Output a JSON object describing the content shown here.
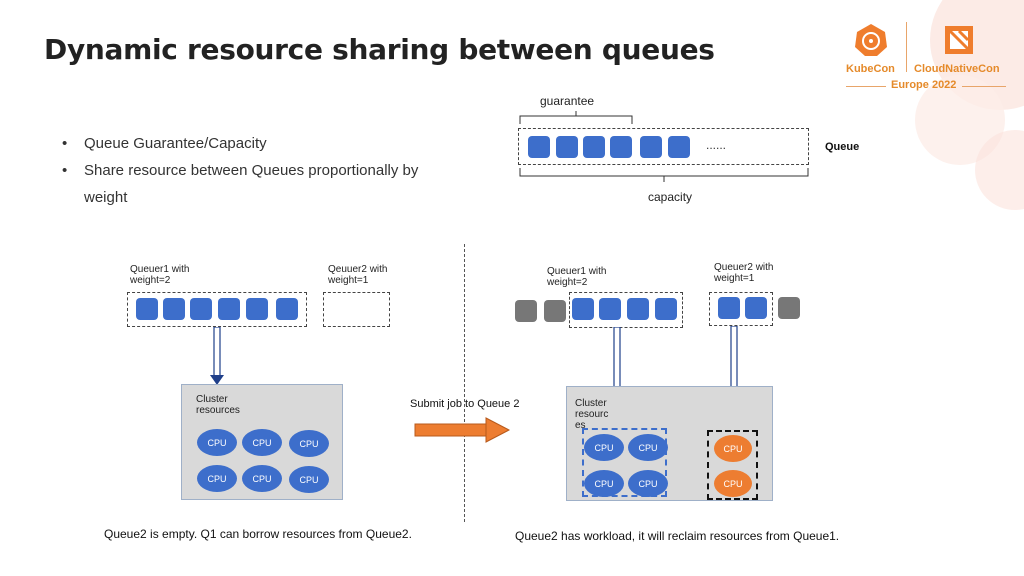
{
  "title": "Dynamic resource sharing between queues",
  "bullets": [
    {
      "symbol": "•",
      "text": "Queue Guarantee/Capacity"
    },
    {
      "symbol": "•",
      "text": "Share resource between Queues proportionally by weight"
    }
  ],
  "logo": {
    "kubecon": "KubeCon",
    "cloudnativecon": "CloudNativeCon",
    "event": "Europe 2022"
  },
  "queue_diagram": {
    "guarantee_label": "guarantee",
    "capacity_label": "capacity",
    "queue_label": "Queue",
    "ellipsis": "......"
  },
  "left": {
    "queue1_label": "Queuer1 with weight=2",
    "queue2_label": "Qeuuer2 with weight=1",
    "cluster_label": "Cluster resources",
    "cpu_label": "CPU",
    "caption": "Queue2 is empty. Q1 can borrow resources from Queue2."
  },
  "middle": {
    "action_label": "Submit job to Queue 2"
  },
  "right": {
    "queue1_label": "Queuer1 with weight=2",
    "queue2_label": "Queuer2 with weight=1",
    "cluster_label": "Cluster resourc es",
    "cpu_label": "CPU",
    "caption": "Queue2 has workload, it will reclaim resources from Queue1."
  },
  "colors": {
    "slot_blue": "#3d6ecb",
    "slot_grey": "#777777",
    "cpu_orange": "#ed7d31",
    "accent": "#e58a2a"
  }
}
